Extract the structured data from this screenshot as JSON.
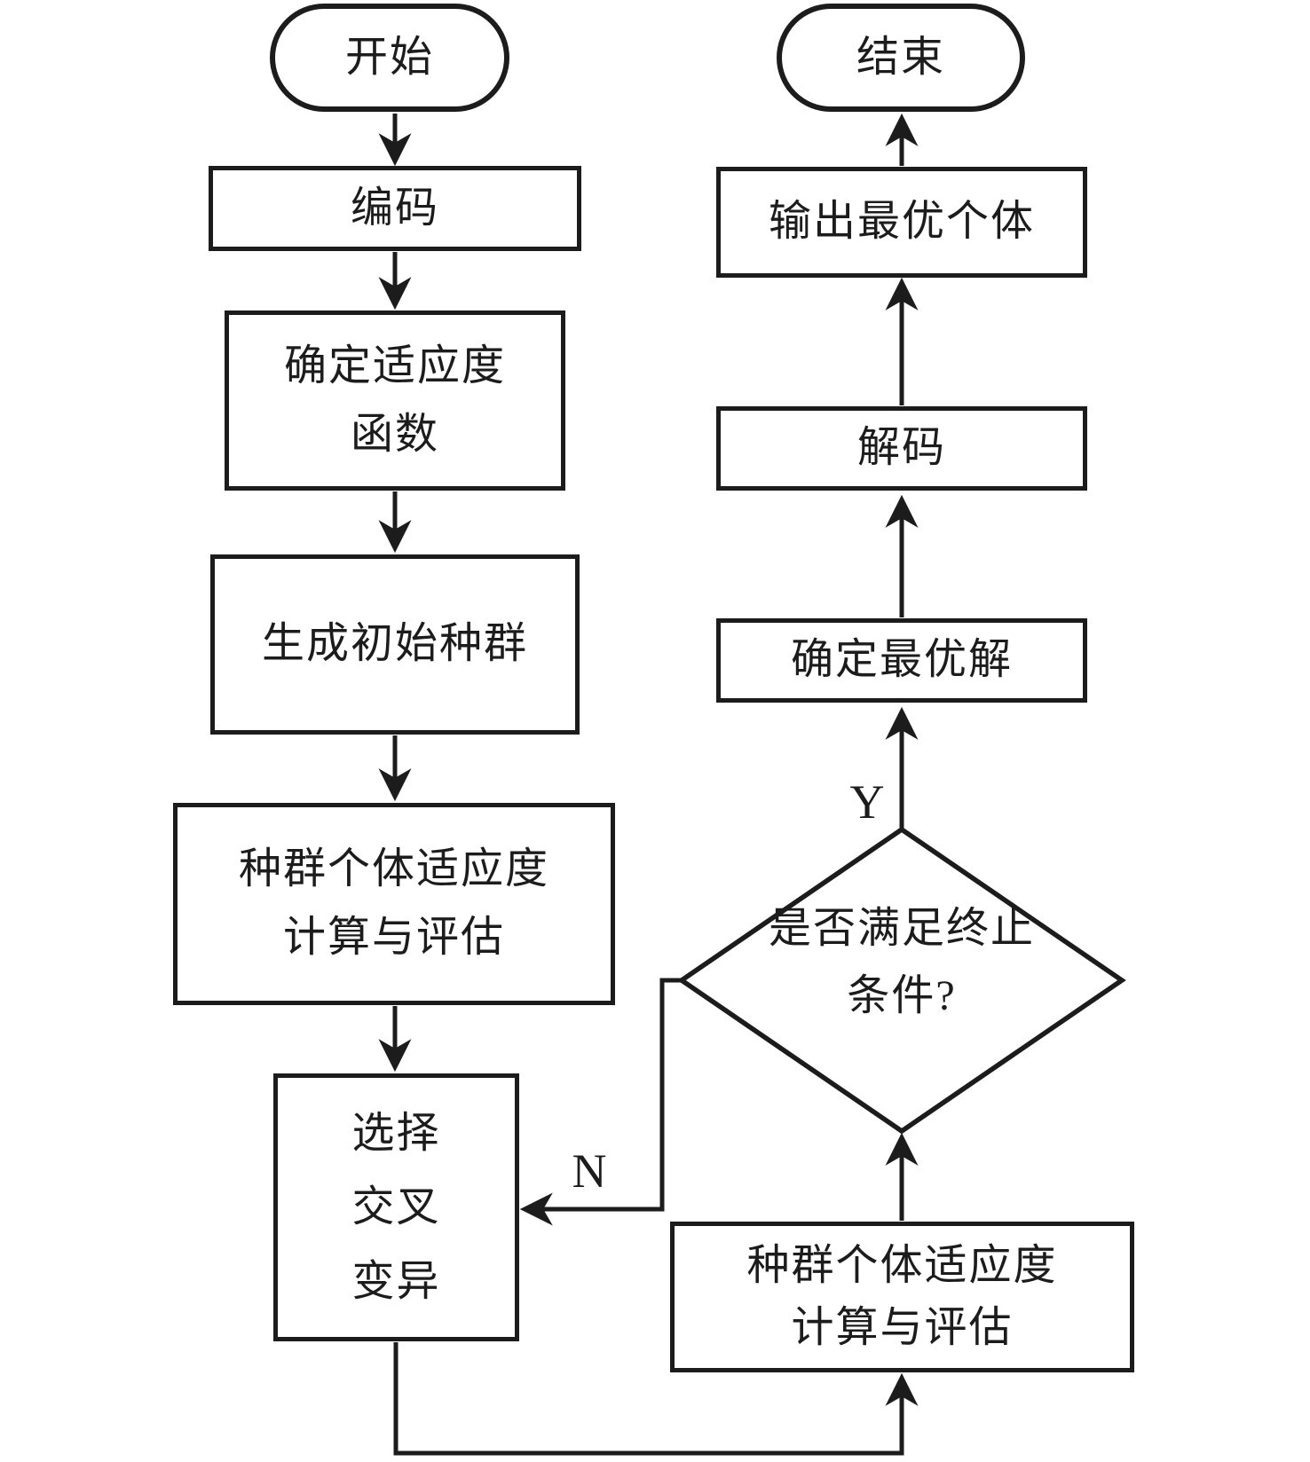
{
  "flowchart": {
    "colors": {
      "ink": "#1c1c1c",
      "background": "#ffffff"
    },
    "nodes": {
      "start": {
        "label": "开始"
      },
      "encode": {
        "label": "编码"
      },
      "fitness_fn": {
        "lines": [
          "确定适应度",
          "函数"
        ]
      },
      "init_pop": {
        "label": "生成初始种群"
      },
      "eval_left": {
        "lines": [
          "种群个体适应度",
          "计算与评估"
        ]
      },
      "selection": {
        "lines": [
          "选择",
          "交叉",
          "变异"
        ]
      },
      "decision": {
        "lines": [
          "是否满足终止",
          "条件?"
        ]
      },
      "eval_right": {
        "lines": [
          "种群个体适应度",
          "计算与评估"
        ]
      },
      "best_solution": {
        "label": "确定最优解"
      },
      "decode": {
        "label": "解码"
      },
      "output_best": {
        "label": "输出最优个体"
      },
      "end": {
        "label": "结束"
      }
    },
    "edge_labels": {
      "yes": "Y",
      "no": "N"
    }
  }
}
